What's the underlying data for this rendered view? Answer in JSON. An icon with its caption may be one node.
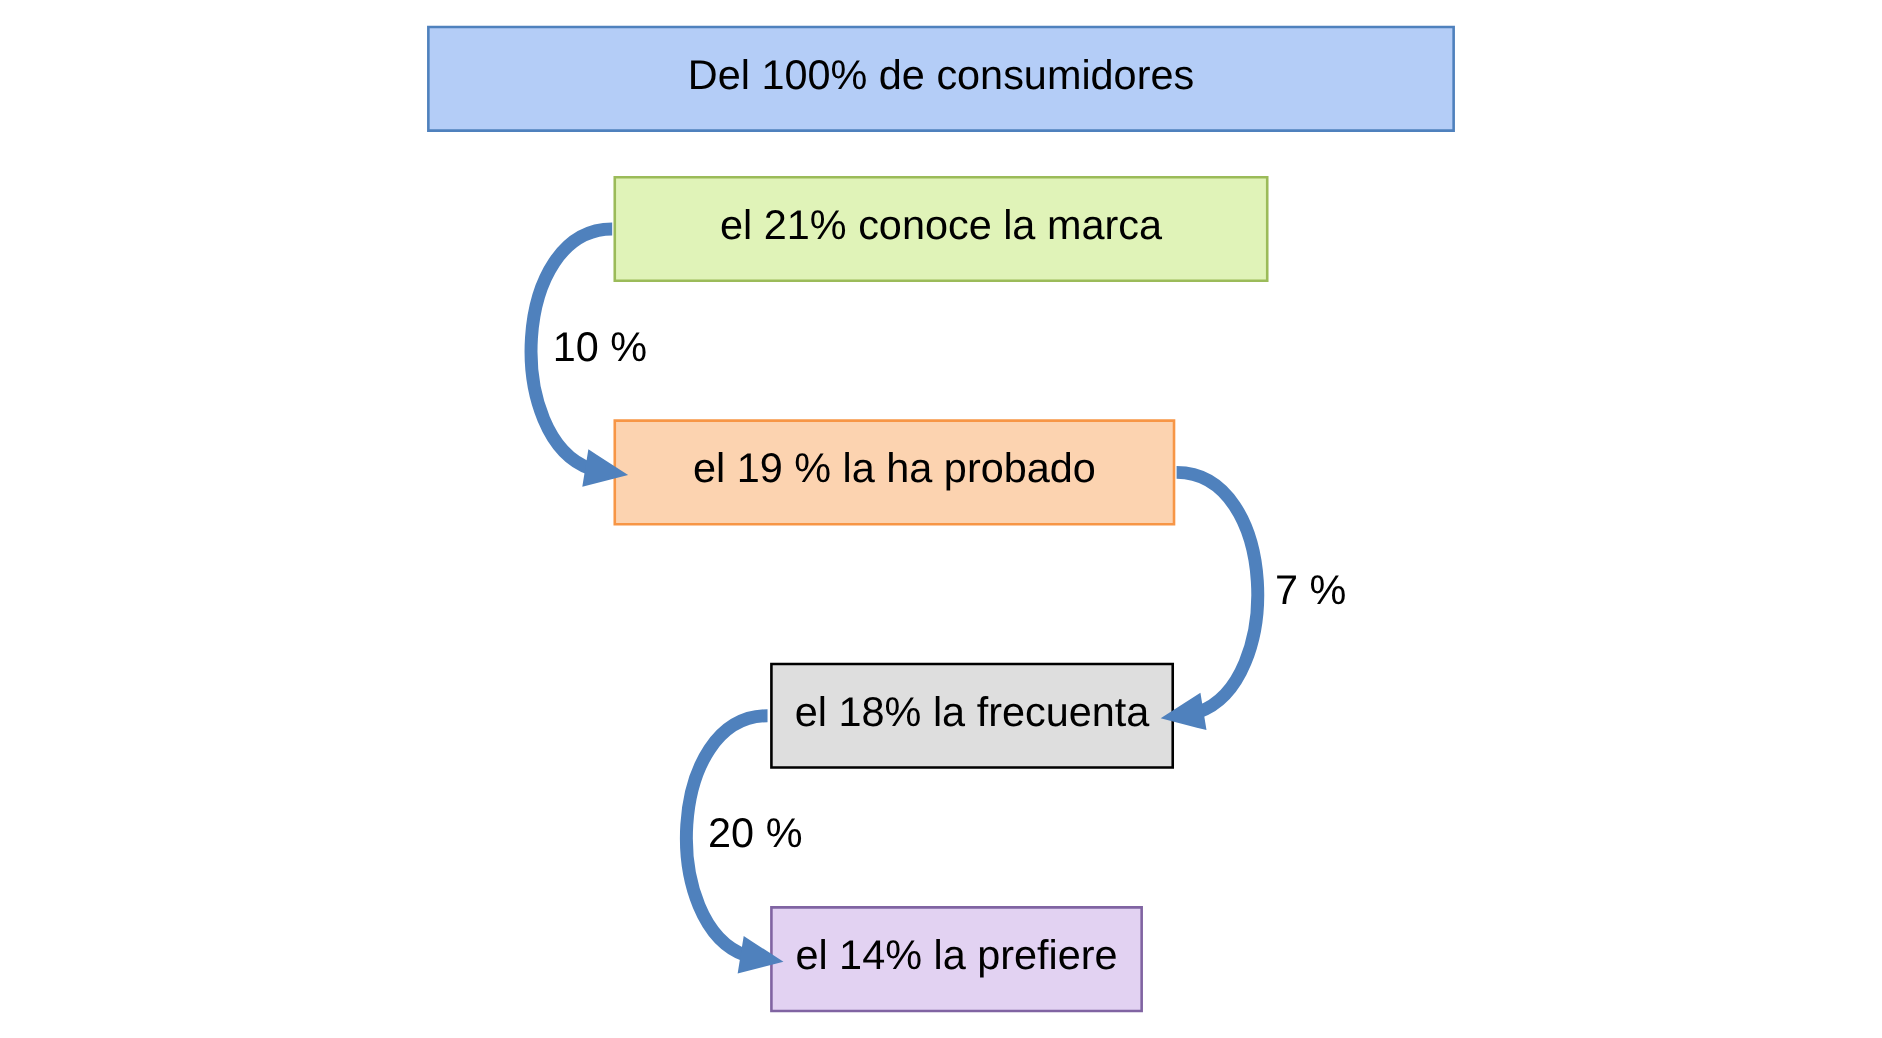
{
  "diagram": {
    "nodes": [
      {
        "text": [
          "Del 100% de consumidores"
        ]
      },
      {
        "text": [
          "el 21% conoce la marca"
        ]
      },
      {
        "text": [
          "el 19 % la ha probado"
        ]
      },
      {
        "text": [
          "el 18% la frecuenta"
        ]
      },
      {
        "text": [
          "el 14% la prefiere"
        ]
      }
    ],
    "edges": [
      {
        "from": 1,
        "to": 2,
        "arrow": "to",
        "label": "10 %"
      },
      {
        "from": 2,
        "to": 3,
        "arrow": "to",
        "label": "7 %"
      },
      {
        "from": 3,
        "to": 4,
        "arrow": "to",
        "label": "20 %"
      }
    ]
  }
}
